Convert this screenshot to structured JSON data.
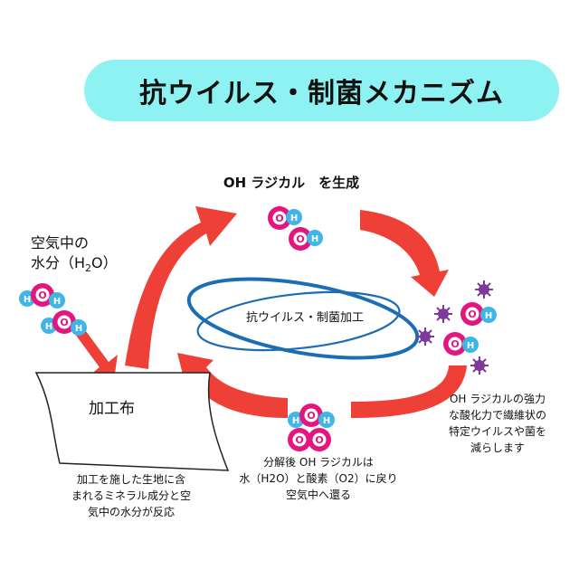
{
  "title": "抗ウイルス・制菌メカニズム",
  "oh_generation": "OH ラジカル　を生成",
  "air_moisture": {
    "line1": "空気中の",
    "line2": "水分（H",
    "sub": "2",
    "line2_end": "O）"
  },
  "center_label": "抗ウイルス・制菌加工",
  "fabric_label": "加工布",
  "molecule_letters": {
    "oxygen": "O",
    "hydrogen": "H"
  },
  "fabric_caption": [
    "加工を施した生地に含",
    "まれるミネラル成分と空",
    "気中の水分が反応"
  ],
  "decomposition_caption": [
    "分解後 OH ラジカルは",
    "水（H2O）と酸素（O2）に戻り",
    "空気中へ還る"
  ],
  "oxidation_caption": [
    "OH ラジカルの強力",
    "な酸化力で繊維状の",
    "特定ウイルスや菌を",
    "減らします"
  ],
  "colors": {
    "banner": "#8ff2f2",
    "arrow": "#ee4036",
    "oxygen": "#e3157f",
    "hydrogen": "#3fb6e6",
    "ring": "#1c6db4",
    "virus": "#7d3a9b"
  }
}
